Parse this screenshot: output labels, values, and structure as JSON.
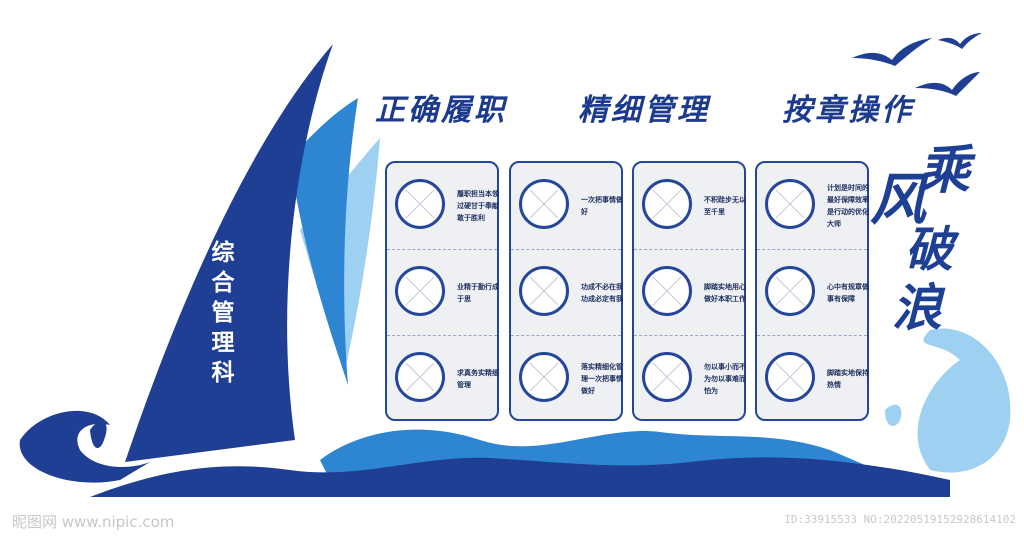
{
  "headline": [
    "正确履职",
    "精细管理",
    "按章操作"
  ],
  "department": "综合管理科",
  "slogan": [
    "乘",
    "风",
    "破",
    "浪"
  ],
  "panels": [
    {
      "rows": [
        "履职担当本领过硬甘于奉献敢于胜利",
        "业精于勤行成于思",
        "求真务实精细管理"
      ]
    },
    {
      "rows": [
        "一次把事情做好",
        "功成不必在我功成必定有我",
        "落实精细化管理一次把事情做好"
      ]
    },
    {
      "rows": [
        "不积跬步无以至千里",
        "脚踏实地用心做好本职工作",
        "勿以事小而不为勿以事难而怕为"
      ]
    },
    {
      "rows": [
        "计划是时间的最好保障效率是行动的优化大师",
        "心中有规章做事有保障",
        "脚踏实地保持热情"
      ]
    }
  ],
  "watermark": {
    "left": "昵图网 www.nipic.com",
    "right": "ID:33915533 NO:20220519152928614102"
  },
  "colors": {
    "navy": "#1f3f94",
    "mid_blue": "#2e86d3",
    "light_blue": "#9ed0f2",
    "panel_bg": "#eef0f4"
  }
}
